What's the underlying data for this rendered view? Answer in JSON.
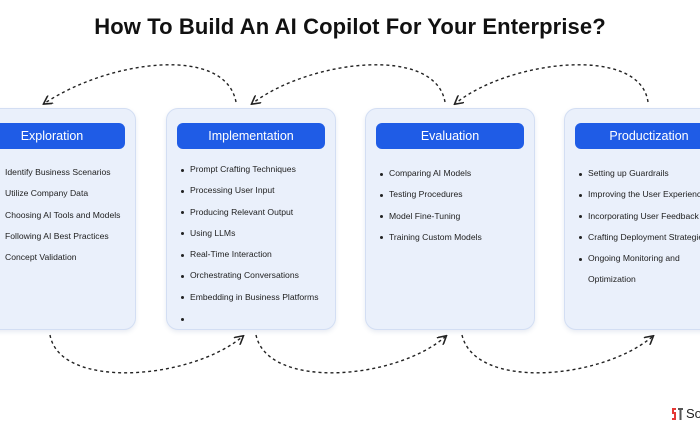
{
  "title": "How To Build An AI Copilot For Your Enterprise?",
  "stages": [
    {
      "label": "Exploration",
      "items": [
        "Identify Business Scenarios",
        "Utilize Company Data",
        "Choosing AI Tools and Models",
        "Following AI Best Practices",
        "Concept Validation"
      ]
    },
    {
      "label": "Implementation",
      "items": [
        "Prompt Crafting Techniques",
        "Processing User Input",
        "Producing Relevant Output",
        "Using LLMs",
        "Real-Time Interaction",
        "Orchestrating Conversations",
        "Embedding in Business Platforms",
        ""
      ]
    },
    {
      "label": "Evaluation",
      "items": [
        "Comparing AI Models",
        "Testing Procedures",
        "Model Fine-Tuning",
        "Training Custom Models"
      ]
    },
    {
      "label": "Productization",
      "items": [
        "Setting up Guardrails",
        "Improving the User Experience",
        "Incorporating User Feedback",
        "Crafting Deployment Strategies",
        "Ongoing Monitoring and",
        "Optimization"
      ]
    }
  ],
  "logo": {
    "text": "So",
    "colors": [
      "#e53935",
      "#555555"
    ]
  },
  "colors": {
    "accent": "#1f5ce6",
    "card_bg": "#eaf0fb",
    "arrow": "#222222"
  }
}
